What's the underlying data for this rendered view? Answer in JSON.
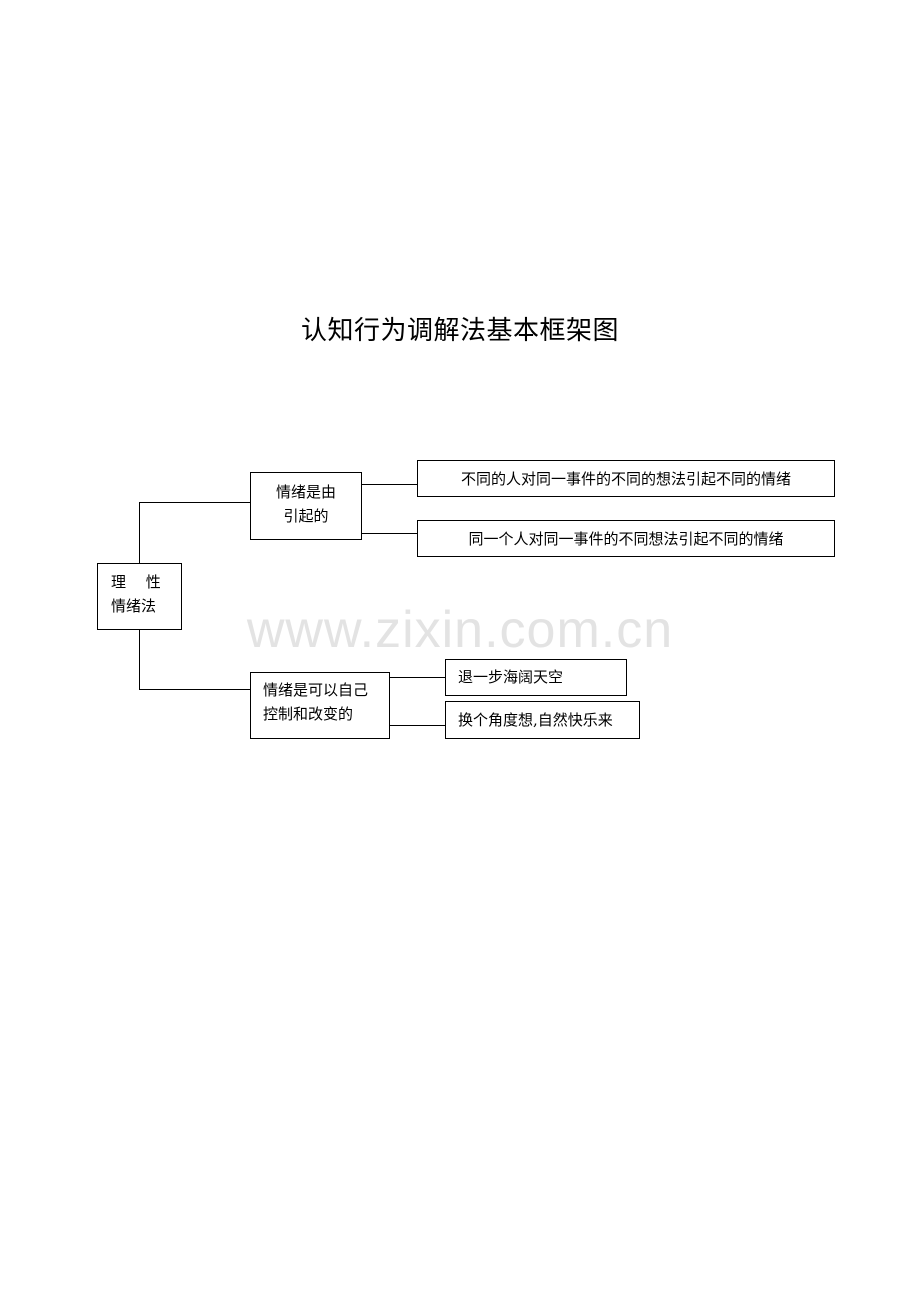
{
  "title": "认知行为调解法基本框架图",
  "watermark": "www.zixin.com.cn",
  "diagram": {
    "root": {
      "line1": "理　 性",
      "line2": "情绪法"
    },
    "branches": [
      {
        "label_line1": "情绪是由",
        "label_line2": "引起的",
        "children": [
          "不同的人对同一事件的不同的想法引起不同的情绪",
          "同一个人对同一事件的不同想法引起不同的情绪"
        ]
      },
      {
        "label_line1": "情绪是可以自己",
        "label_line2": "控制和改变的",
        "children": [
          "退一步海阔天空",
          "换个角度想,自然快乐来"
        ]
      }
    ]
  }
}
